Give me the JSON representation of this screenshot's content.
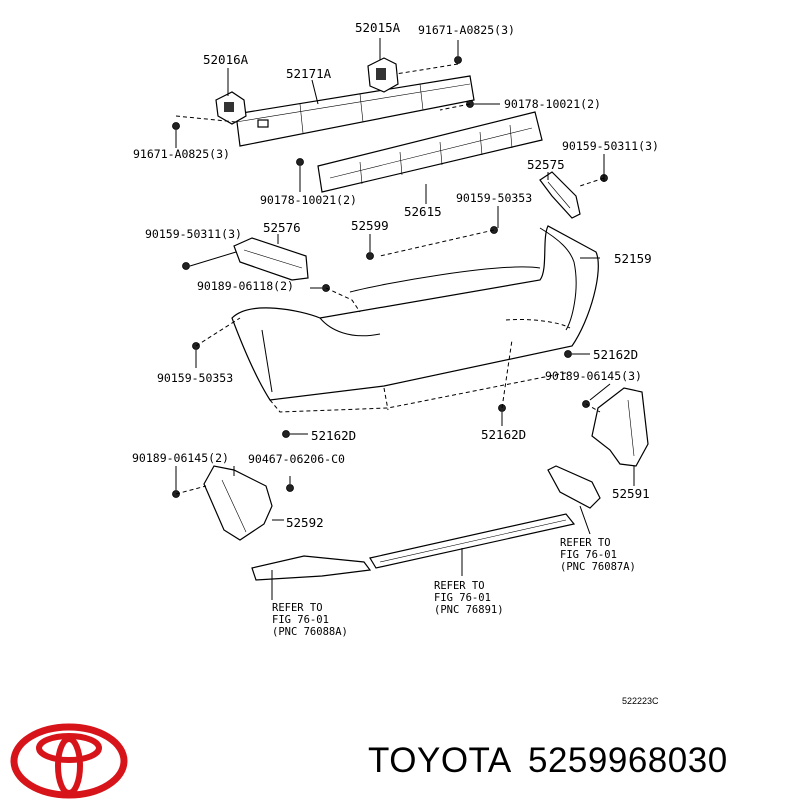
{
  "diagram": {
    "labels": {
      "p52015A": "52015A",
      "p91671_top": "91671-A0825(3)",
      "p52016A": "52016A",
      "p52171A": "52171A",
      "p90178_right": "90178-10021(2)",
      "p91671_left": "91671-A0825(3)",
      "p90178_bottom": "90178-10021(2)",
      "p52615": "52615",
      "p90159_top_right": "90159-50311(3)",
      "p52575": "52575",
      "p90159_mid_right": "90159-50353",
      "p90159_left": "90159-50311(3)",
      "p52576": "52576",
      "p52599": "52599",
      "p52159": "52159",
      "p90189_06118": "90189-06118(2)",
      "p52162D_right": "52162D",
      "p90189_right": "90189-06145(3)",
      "p90159_bottom_left": "90159-50353",
      "p52162D_left": "52162D",
      "p52162D_center": "52162D",
      "p90189_left": "90189-06145(2)",
      "p90467": "90467-06206-C0",
      "p52591": "52591",
      "p52592": "52592"
    },
    "refer_right": {
      "line1": "REFER TO",
      "line2": "FIG 76-01",
      "line3": "(PNC 76087A)"
    },
    "refer_center": {
      "line1": "REFER TO",
      "line2": "FIG 76-01",
      "line3": "(PNC 76891)"
    },
    "refer_left": {
      "line1": "REFER TO",
      "line2": "FIG 76-01",
      "line3": "(PNC 76088A)"
    },
    "illustration_code": "522223C"
  },
  "footer": {
    "brand": "TOYOTA",
    "part_number": "5259968030",
    "logo_icon": "toyota-logo-icon",
    "logo_color": "#d7141a"
  }
}
